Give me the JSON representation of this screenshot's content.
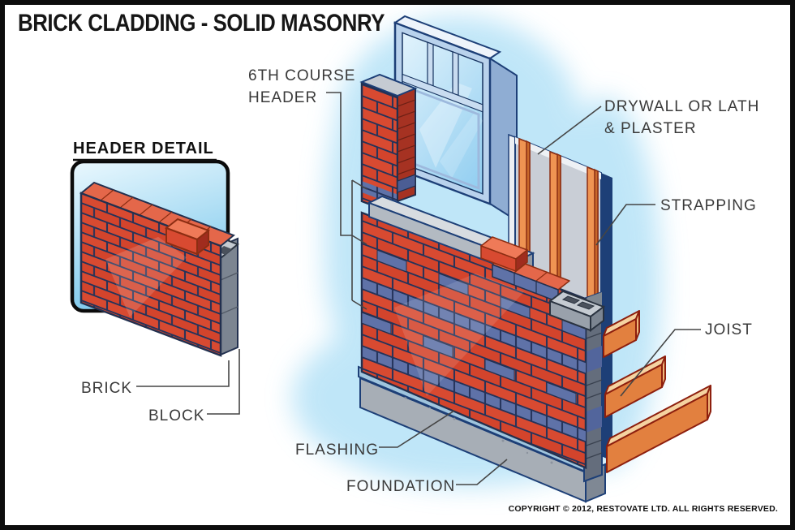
{
  "title": "BRICK CLADDING - SOLID MASONRY",
  "inset": {
    "title": "HEADER DETAIL",
    "brick_label": "BRICK",
    "block_label": "BLOCK"
  },
  "callouts": {
    "course_header_line1": "6TH COURSE",
    "course_header_line2": "HEADER",
    "drywall_line1": "DRYWALL OR LATH",
    "drywall_line2": "& PLASTER",
    "strapping": "STRAPPING",
    "joist": "JOIST",
    "flashing": "FLASHING",
    "foundation": "FOUNDATION"
  },
  "footer": {
    "copyright": "COPYRIGHT © 2012, RESTOVATE LTD. ALL RIGHTS RESERVED."
  },
  "colors": {
    "brick_red": "#d84a31",
    "brick_side_red": "#a63222",
    "brick_top_salmon": "#e4674a",
    "header_blue": "#5f72a8",
    "mortar_navy": "#24335a",
    "block_gray": "#99a1ab",
    "window_frame_blue": "#b9d2ec",
    "glass_blue": "#9fd7f3",
    "drywall_gray": "#c9ced6",
    "strapping_orange": "#ef9452",
    "joist_orange": "#e2803f",
    "foundation_gray": "#a7aeb6",
    "flashing_blue": "#9fc4dd",
    "glow_blue": "#b5e2f7",
    "outline_navy": "#1d3f77"
  }
}
